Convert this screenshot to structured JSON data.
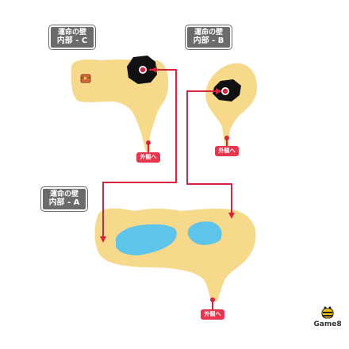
{
  "areas": {
    "c": {
      "name": "運命の壁",
      "code": "内部 - C"
    },
    "b": {
      "name": "運命の壁",
      "code": "内部 - B"
    },
    "a": {
      "name": "運命の壁",
      "code": "内部 - A"
    }
  },
  "exits": {
    "c": "外観へ",
    "b": "外観へ",
    "a": "外観へ"
  },
  "logo": {
    "text": "Game8"
  },
  "colors": {
    "ground": "#f7d98b",
    "water": "#5ec4ea",
    "dark_zone": "#111111",
    "route": "#d6243c",
    "label_bg": "#6b6b6b",
    "chest": "#d86a3c"
  },
  "icons": {
    "chest": "treasure-chest-icon",
    "marker": "red-dot-marker-icon",
    "logo": "bee-logo-icon"
  }
}
